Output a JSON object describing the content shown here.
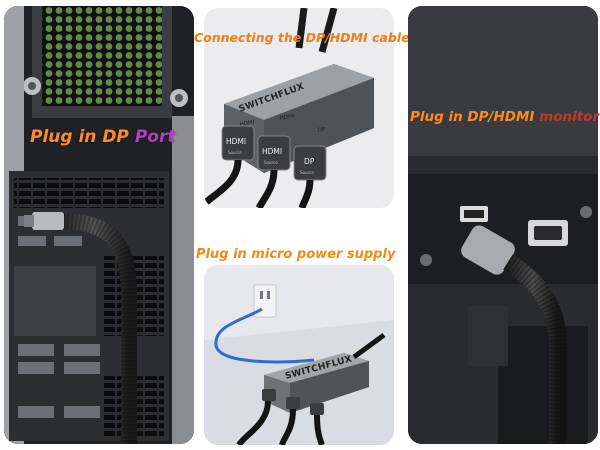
{
  "captions": {
    "left_part1": "Plug in DP ",
    "left_part2": "Port",
    "top": "Connecting the DP/HDMI cable",
    "middle": "Plug in micro power supply",
    "right_part1": "Plug in DP/HDMI ",
    "right_part2": "monitor"
  },
  "device": {
    "brand": "SWITCHFLUX",
    "ports": [
      {
        "label": "HDMI",
        "sub": "Source"
      },
      {
        "label": "HDMI",
        "sub": "Source"
      },
      {
        "label": "DP",
        "sub": "Source"
      }
    ],
    "top_labels": [
      "HDMI",
      "HDMI",
      "DP"
    ]
  },
  "colors": {
    "caption_orange": "#f08a14",
    "caption_purple": "#b03cc4",
    "caption_red": "#c0392b",
    "fan_green": "#7fd36a"
  }
}
